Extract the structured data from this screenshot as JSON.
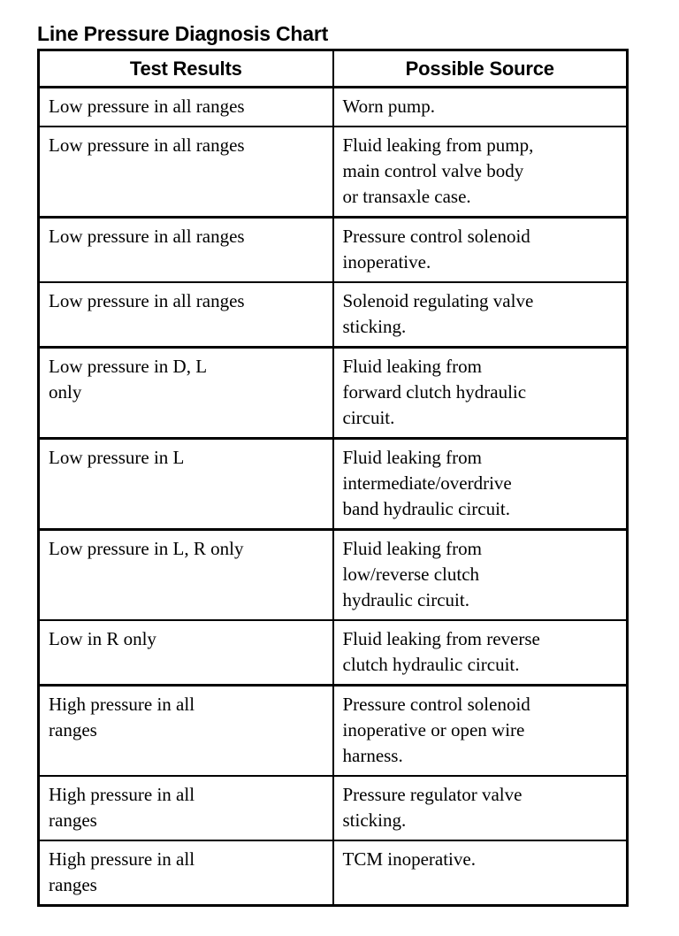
{
  "document": {
    "title": "Line Pressure Diagnosis Chart",
    "background_color": "#ffffff",
    "text_color": "#000000",
    "border_color": "#000000"
  },
  "table": {
    "columns": [
      {
        "key": "test_results",
        "header": "Test Results"
      },
      {
        "key": "possible_source",
        "header": "Possible Source"
      }
    ],
    "rows": [
      {
        "test_results": [
          "Low pressure in all ranges"
        ],
        "possible_source": [
          "Worn pump."
        ],
        "rule_heavy": false
      },
      {
        "test_results": [
          "Low pressure in all ranges"
        ],
        "possible_source": [
          "Fluid leaking from pump,",
          "main control valve body",
          "or transaxle case."
        ],
        "rule_heavy": true
      },
      {
        "test_results": [
          "Low pressure in all ranges"
        ],
        "possible_source": [
          "Pressure control solenoid",
          "inoperative."
        ],
        "rule_heavy": false
      },
      {
        "test_results": [
          "Low pressure in all ranges"
        ],
        "possible_source": [
          "Solenoid regulating valve",
          "sticking."
        ],
        "rule_heavy": true
      },
      {
        "test_results": [
          "Low pressure in D, L",
          "only"
        ],
        "possible_source": [
          "Fluid leaking from",
          "forward clutch hydraulic",
          "circuit."
        ],
        "rule_heavy": true
      },
      {
        "test_results": [
          "Low pressure in L"
        ],
        "possible_source": [
          "Fluid leaking from",
          "intermediate/overdrive",
          "band hydraulic circuit."
        ],
        "rule_heavy": true
      },
      {
        "test_results": [
          "Low pressure in L, R only"
        ],
        "possible_source": [
          "Fluid leaking from",
          "low/reverse clutch",
          "hydraulic circuit."
        ],
        "rule_heavy": false
      },
      {
        "test_results": [
          "Low in R only"
        ],
        "possible_source": [
          "Fluid leaking from reverse",
          "clutch hydraulic circuit."
        ],
        "rule_heavy": true
      },
      {
        "test_results": [
          "High pressure in all",
          "ranges"
        ],
        "possible_source": [
          "Pressure control solenoid",
          "inoperative or open wire",
          "harness."
        ],
        "rule_heavy": false
      },
      {
        "test_results": [
          "High pressure in all",
          "ranges"
        ],
        "possible_source": [
          "Pressure regulator valve",
          "sticking."
        ],
        "rule_heavy": false
      },
      {
        "test_results": [
          "High pressure in all",
          "ranges"
        ],
        "possible_source": [
          "TCM inoperative."
        ],
        "rule_heavy": false
      }
    ]
  }
}
